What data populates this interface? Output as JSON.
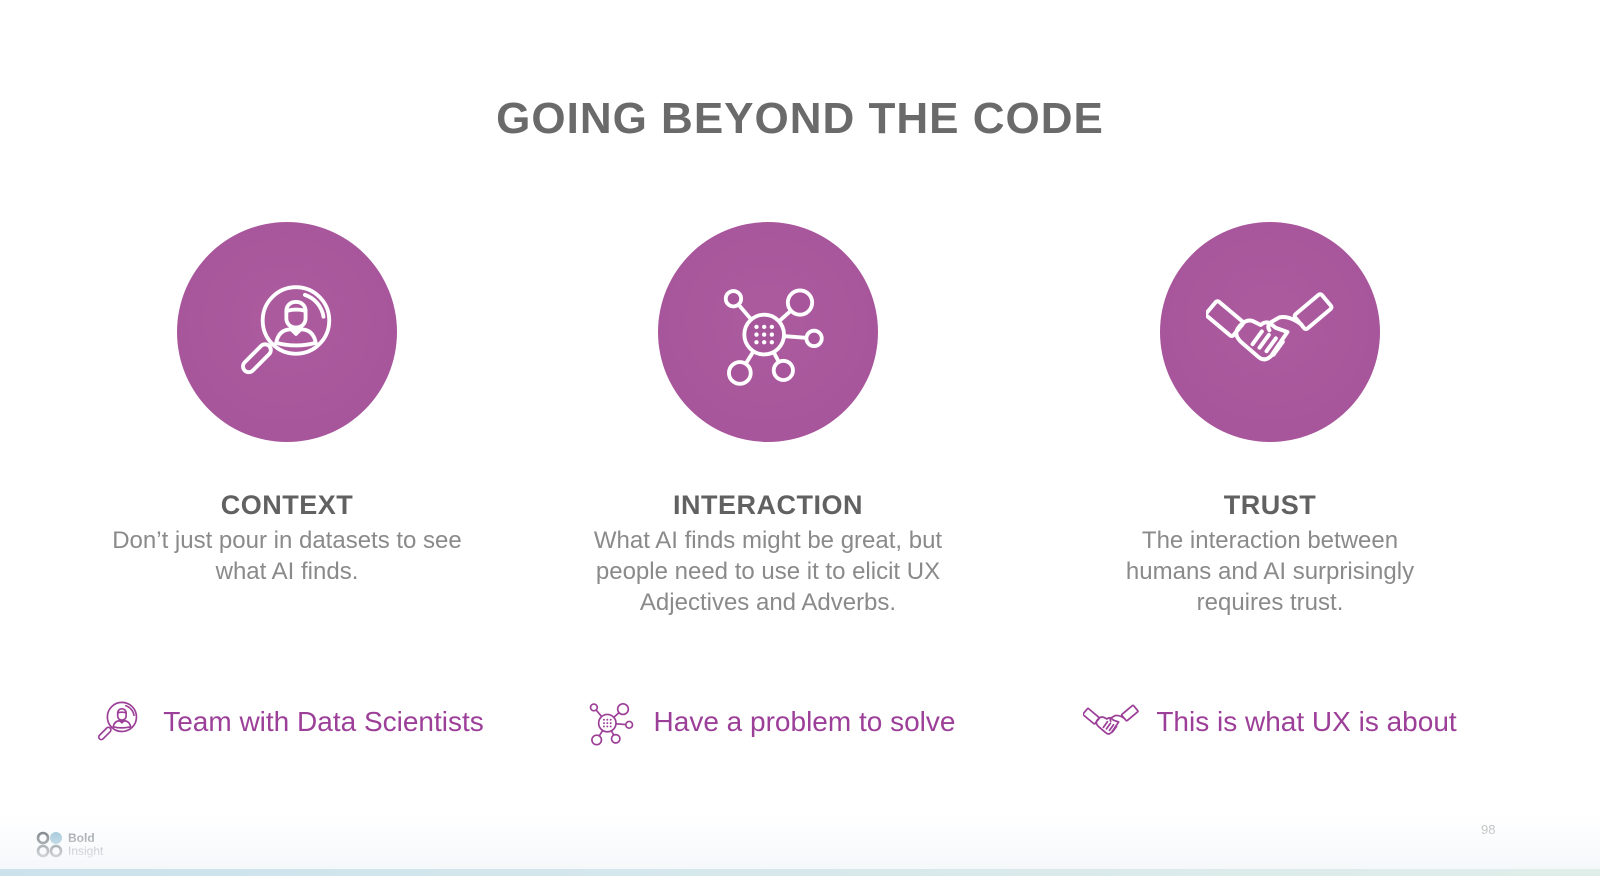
{
  "slide": {
    "title": "GOING BEYOND THE CODE",
    "page_number": "98",
    "columns": [
      {
        "icon": "search-person-icon",
        "heading": "CONTEXT",
        "body": "Don’t just pour in datasets to see what AI finds.",
        "footer": "Team with Data Scientists"
      },
      {
        "icon": "network-icon",
        "heading": "INTERACTION",
        "body": "What AI finds might be great, but people need to use it to elicit UX Adjectives and Adverbs.",
        "footer": "Have a problem to solve"
      },
      {
        "icon": "handshake-icon",
        "heading": "TRUST",
        "body": "The interaction between humans and AI surprisingly requires trust.",
        "footer": "This is what UX is about"
      }
    ],
    "logo": {
      "line1": "Bold",
      "line2": "Insight"
    },
    "colors": {
      "circle_fill": "#a8569b",
      "circle_icon_stroke": "#ffffff",
      "footer_text": "#9c3f98",
      "title_text": "#6a6a6a",
      "heading_text": "#616161",
      "body_text": "#8a8a8a",
      "logo_accent_blue": "#85b7d0",
      "logo_gray": "#4e565c",
      "page_number_gray": "#b3b3b3",
      "bottom_bar": "#cbe2ec"
    }
  }
}
